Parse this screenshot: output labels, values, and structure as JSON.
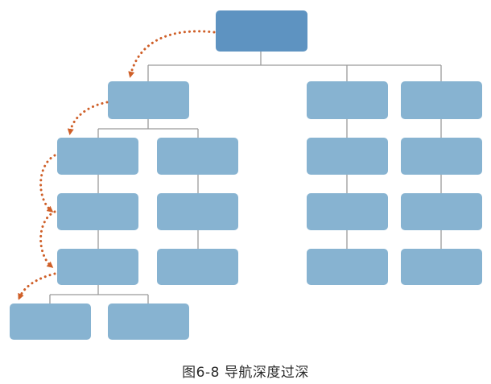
{
  "diagram": {
    "caption": "图6-8 导航深度过深",
    "colors": {
      "root_box": "#5e93c1",
      "box": "#87b3d1",
      "connector": "#9a9a9a",
      "arrow": "#cf5f28"
    },
    "nodes": [
      {
        "id": "root",
        "role": "root"
      },
      {
        "id": "l1-a",
        "role": "child"
      },
      {
        "id": "l1-b",
        "role": "child"
      },
      {
        "id": "l1-c",
        "role": "child"
      },
      {
        "id": "l2-a1",
        "role": "child"
      },
      {
        "id": "l2-a2",
        "role": "child"
      },
      {
        "id": "l3-a1",
        "role": "child"
      },
      {
        "id": "l3-a2",
        "role": "child"
      },
      {
        "id": "l4-a1",
        "role": "child"
      },
      {
        "id": "l4-a2",
        "role": "child"
      },
      {
        "id": "l5-a1a",
        "role": "child"
      },
      {
        "id": "l5-a1b",
        "role": "child"
      },
      {
        "id": "l2-b",
        "role": "child"
      },
      {
        "id": "l3-b",
        "role": "child"
      },
      {
        "id": "l4-b",
        "role": "child"
      },
      {
        "id": "l2-c",
        "role": "child"
      },
      {
        "id": "l3-c",
        "role": "child"
      },
      {
        "id": "l4-c",
        "role": "child"
      }
    ],
    "navigation_path": [
      "root",
      "l1-a",
      "l2-a1",
      "l3-a1",
      "l4-a1",
      "l5-a1a"
    ]
  }
}
